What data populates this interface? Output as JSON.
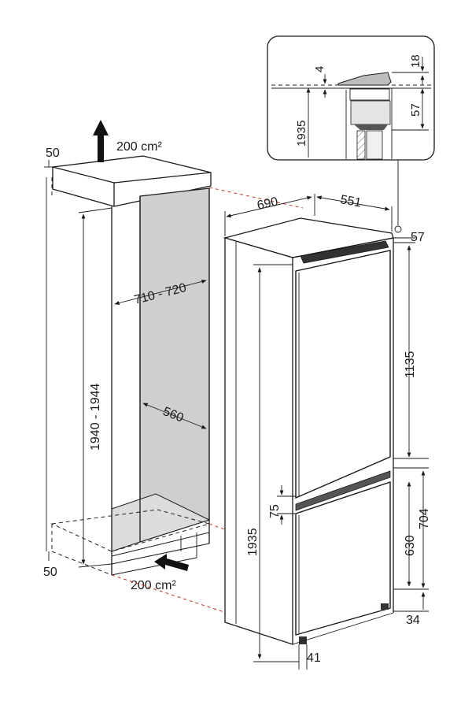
{
  "ventilation": {
    "top": "200 cm²",
    "bottom": "200 cm²"
  },
  "niche": {
    "top_gap": "50",
    "bottom_gap": "50",
    "width": "560",
    "height": "1940 - 1944",
    "depth": "710 - 720"
  },
  "appliance": {
    "total_depth": "690",
    "body_depth": "551",
    "height": "1935",
    "top_offset": "57",
    "upper_door": "1135",
    "door_gap": "75",
    "lower_section": "704",
    "lower_door": "630",
    "base": "34",
    "foot": "41"
  },
  "detail": {
    "height": "1935",
    "gap": "4",
    "top": "18",
    "hinge": "57"
  }
}
